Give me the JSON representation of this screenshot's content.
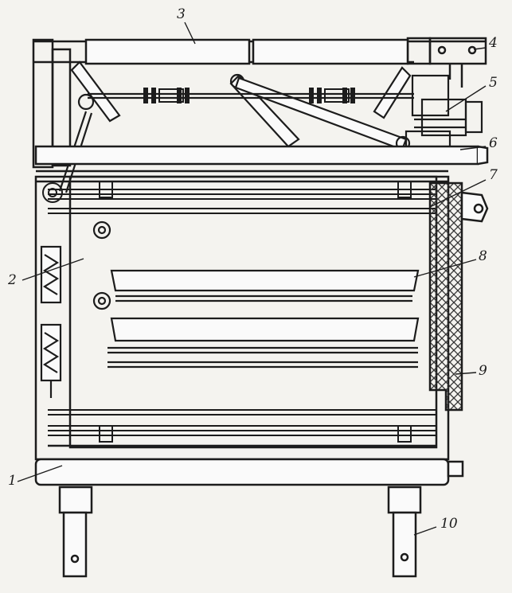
{
  "diagram": {
    "callouts": [
      {
        "id": "c1",
        "text": "1"
      },
      {
        "id": "c2",
        "text": "2"
      },
      {
        "id": "c3",
        "text": "3"
      },
      {
        "id": "c4",
        "text": "4"
      },
      {
        "id": "c5",
        "text": "5"
      },
      {
        "id": "c6",
        "text": "6"
      },
      {
        "id": "c7",
        "text": "7"
      },
      {
        "id": "c8",
        "text": "8"
      },
      {
        "id": "c9",
        "text": "9"
      },
      {
        "id": "c10",
        "text": "10"
      }
    ],
    "colors": {
      "ink": "#1c1c1c",
      "paper": "#f4f3ef",
      "hatch": "#333333"
    }
  }
}
